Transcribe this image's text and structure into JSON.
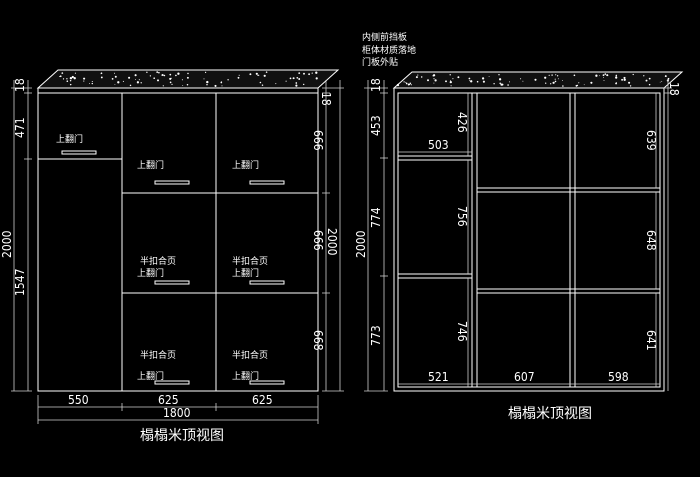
{
  "colors": {
    "background": "#000000",
    "line": "#ffffff"
  },
  "left_view": {
    "title": "榻榻米顶视图",
    "labels": {
      "top_flap_1": "上翻门",
      "top_flap_2": "上翻门",
      "top_flap_3": "上翻门",
      "half_hinge_1": "半扣合页",
      "top_flap_4": "上翻门",
      "half_hinge_2": "半扣合页",
      "top_flap_5": "上翻门",
      "half_hinge_3": "半扣合页",
      "top_flap_6": "上翻门",
      "half_hinge_4": "半扣合页",
      "top_flap_7": "上翻门"
    },
    "dims": {
      "top_18": "18",
      "left_471": "471",
      "left_2000": "2000",
      "left_1547": "1547",
      "right_18": "18",
      "right_666a": "666",
      "right_666b": "666",
      "right_2000": "2000",
      "right_668": "668",
      "bottom_550": "550",
      "bottom_625a": "625",
      "bottom_625b": "625",
      "bottom_1800": "1800"
    }
  },
  "right_view": {
    "title": "榻榻米顶视图",
    "notes": [
      "内侧前挡板",
      "柜体材质落地",
      "门板外贴"
    ],
    "dims": {
      "top_18": "18",
      "left_453": "453",
      "left_2000": "2000",
      "left_774": "774",
      "left_773": "773",
      "right_18": "18",
      "inner_503": "503",
      "inner_426": "426",
      "inner_756": "756",
      "inner_746": "746",
      "col_639": "639",
      "col_648": "648",
      "col_641": "641",
      "bottom_521": "521",
      "bottom_607": "607",
      "bottom_598": "598"
    }
  }
}
